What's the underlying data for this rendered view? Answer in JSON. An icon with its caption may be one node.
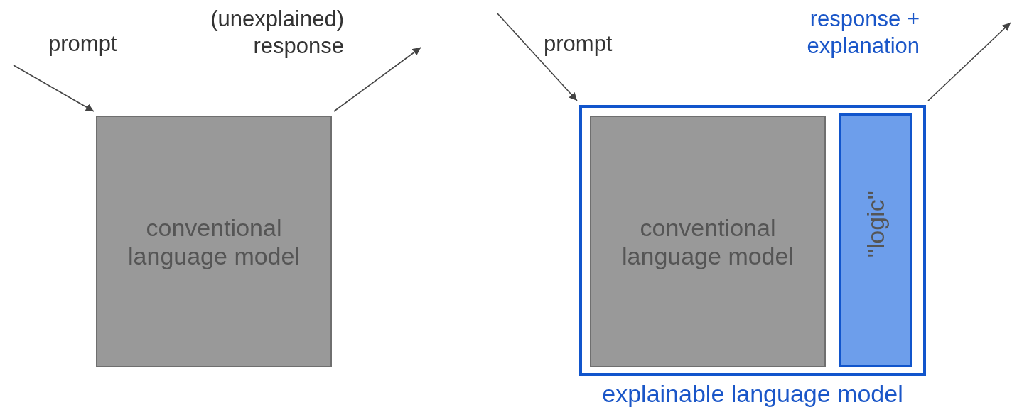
{
  "diagram": {
    "nodes": [
      {
        "text": [
          "conventional language model"
        ]
      },
      {
        "text": [
          "explainable language model"
        ]
      },
      {
        "text": [
          "conventional language model"
        ],
        "in": 1
      },
      {
        "text": [
          "\"logic\""
        ],
        "in": 1
      }
    ],
    "edges": [
      {
        "from": null,
        "to": 0,
        "arrow": "to",
        "label": "prompt"
      },
      {
        "from": 0,
        "to": null,
        "arrow": "to",
        "label": "(unexplained) response"
      },
      {
        "from": null,
        "to": 1,
        "arrow": "to",
        "label": "prompt"
      },
      {
        "from": 1,
        "to": null,
        "arrow": "to",
        "label": "response + explanation"
      }
    ]
  }
}
